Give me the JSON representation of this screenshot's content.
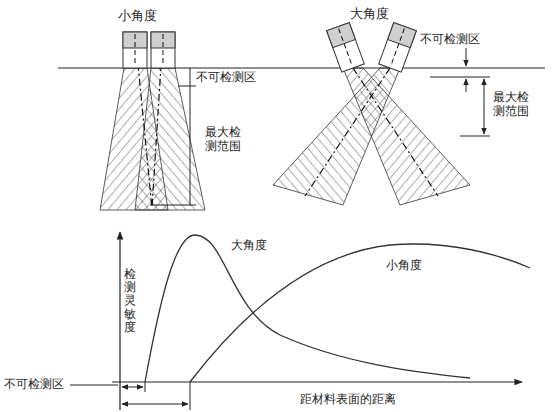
{
  "diagram": {
    "labels": [
      "小角度",
      "不可检测区",
      "最大检 测范围",
      "大角度",
      "不可检测区",
      "最大检 测范围",
      "大角度",
      "小角度",
      "检测灵敏度",
      "不可检测区",
      "距材料表面的距离"
    ]
  }
}
